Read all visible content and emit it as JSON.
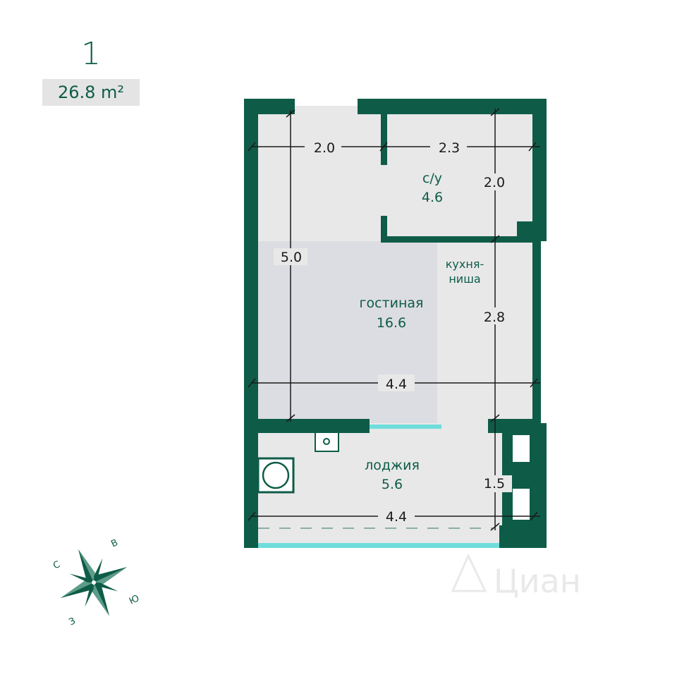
{
  "apartment": {
    "number": "1",
    "area": "26.8 m²"
  },
  "rooms": {
    "bathroom": {
      "name": "с/у",
      "area": "4.6"
    },
    "kitchen": {
      "name_line1": "кухня-",
      "name_line2": "ниша"
    },
    "living": {
      "name": "гостиная",
      "area": "16.6"
    },
    "loggia": {
      "name": "лоджия",
      "area": "5.6"
    }
  },
  "dimensions": {
    "top_left_width": "2.0",
    "top_right_width": "2.3",
    "bath_height": "2.0",
    "left_height": "5.0",
    "kitchen_height": "2.8",
    "living_width": "4.4",
    "loggia_height": "1.5",
    "loggia_width": "4.4"
  },
  "compass": {
    "north": "С",
    "east": "В",
    "south": "Ю",
    "west": "З"
  },
  "watermark": "Циан",
  "colors": {
    "wall": "#0e5c48",
    "floor": "#e8e8e8",
    "window": "#6fdcdc",
    "text": "#1a1a1a"
  }
}
